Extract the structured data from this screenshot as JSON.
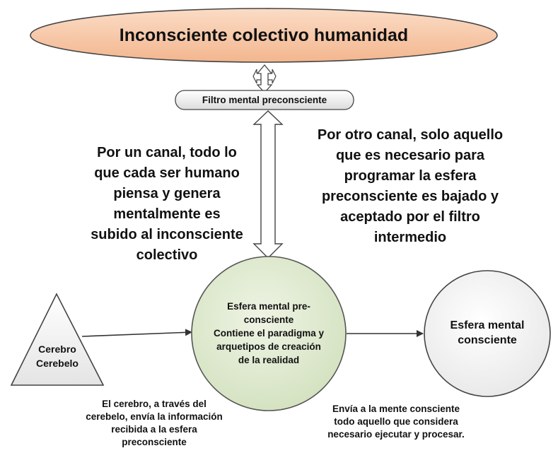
{
  "nodes": {
    "top_ellipse": {
      "label": "Inconsciente colectivo humanidad"
    },
    "filter_box": {
      "label": "Filtro mental preconsciente"
    },
    "triangle": {
      "line1": "Cerebro",
      "line2": "Cerebelo"
    },
    "center_circle": {
      "lines": [
        "Esfera mental pre-",
        "consciente",
        "Contiene el paradigma y",
        "arquetipos de creación",
        "de la realidad"
      ]
    },
    "right_circle": {
      "lines": [
        "Esfera mental",
        "consciente"
      ]
    }
  },
  "notes": {
    "left_channel": [
      "Por un canal, todo lo",
      "que cada ser humano",
      "piensa y genera",
      "mentalmente es",
      "subido al inconsciente",
      "colectivo"
    ],
    "right_channel": [
      "Por otro canal, solo aquello",
      "que es necesario para",
      "programar la esfera",
      "preconsciente es bajado y",
      "aceptado por el filtro",
      "intermedio"
    ],
    "bottom_left": [
      "El cerebro, a través del",
      "cerebelo, envía la información",
      "recibida a la esfera",
      "preconsciente"
    ],
    "bottom_right": [
      "Envía a la mente consciente",
      "todo aquello que considera",
      "necesario ejecutar y procesar."
    ]
  },
  "colors": {
    "ellipse_fill": "#f8cbad",
    "center_fill": "#e2ecd3",
    "stroke": "#555555"
  }
}
